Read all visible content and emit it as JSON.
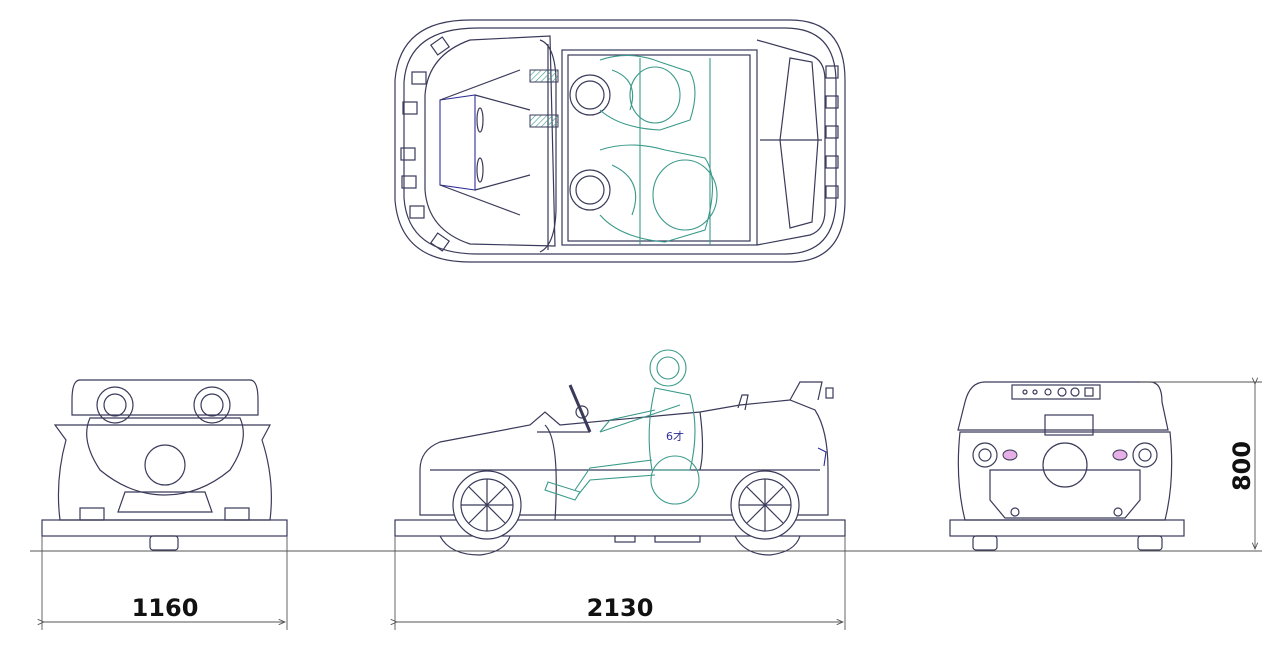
{
  "dimensions": {
    "width": "1160",
    "length": "2130",
    "height": "800"
  },
  "annotation": {
    "age_label": "6才"
  },
  "colors": {
    "outline": "#3a3a5a",
    "detail_blue": "#2f2f9a",
    "figure_teal": "#3a9a8a",
    "light": "#e05050"
  }
}
